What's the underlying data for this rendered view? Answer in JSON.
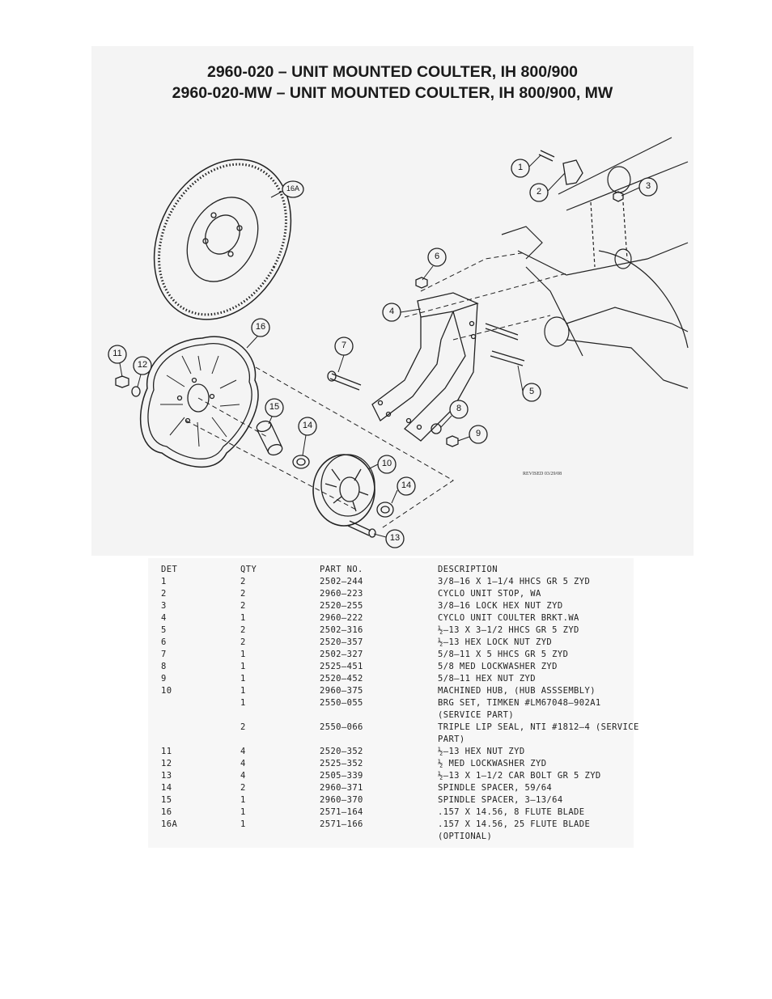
{
  "titles": {
    "line1": "2960-020 – UNIT MOUNTED COULTER, IH 800/900",
    "line2": "2960-020-MW – UNIT MOUNTED COULTER, IH 800/900, MW"
  },
  "callouts": {
    "c1": "1",
    "c2": "2",
    "c3": "3",
    "c4": "4",
    "c5": "5",
    "c6": "6",
    "c7": "7",
    "c8": "8",
    "c9": "9",
    "c10": "10",
    "c11": "11",
    "c12": "12",
    "c13": "13",
    "c14a": "14",
    "c14b": "14",
    "c15": "15",
    "c16": "16",
    "c16a": "16A"
  },
  "revised": "REVISED 03/29/08",
  "table": {
    "headers": {
      "det": "DET",
      "qty": "QTY",
      "part": "PART NO.",
      "desc": "DESCRIPTION"
    },
    "rows": [
      {
        "det": "1",
        "qty": "2",
        "part": "2502–244",
        "desc": "3/8–16 X 1–1/4 HHCS GR 5 ZYD"
      },
      {
        "det": "2",
        "qty": "2",
        "part": "2960–223",
        "desc": "CYCLO UNIT STOP, WA"
      },
      {
        "det": "3",
        "qty": "2",
        "part": "2520–255",
        "desc": "3/8–16 LOCK HEX NUT ZYD"
      },
      {
        "det": "4",
        "qty": "1",
        "part": "2960–222",
        "desc": "CYCLO UNIT COULTER BRKT.WA"
      },
      {
        "det": "5",
        "qty": "2",
        "part": "2502–316",
        "desc": "½–13 X 3–1/2 HHCS GR 5 ZYD"
      },
      {
        "det": "6",
        "qty": "2",
        "part": "2520–357",
        "desc": "½–13 HEX LOCK NUT ZYD"
      },
      {
        "det": "7",
        "qty": "1",
        "part": "2502–327",
        "desc": "5/8–11 X 5 HHCS GR 5 ZYD"
      },
      {
        "det": "8",
        "qty": "1",
        "part": "2525–451",
        "desc": "5/8 MED LOCKWASHER ZYD"
      },
      {
        "det": "9",
        "qty": "1",
        "part": "2520–452",
        "desc": "5/8–11 HEX NUT ZYD"
      },
      {
        "det": "10",
        "qty": "1",
        "part": "2960–375",
        "desc": "MACHINED HUB, (HUB ASSSEMBLY)"
      },
      {
        "det": "",
        "qty": "1",
        "part": "2550–055",
        "desc": "BRG SET, TIMKEN #LM67048–902A1 (SERVICE PART)"
      },
      {
        "det": "",
        "qty": "2",
        "part": "2550–066",
        "desc": "TRIPLE LIP SEAL, NTI #1812–4 (SERVICE PART)"
      },
      {
        "det": "11",
        "qty": "4",
        "part": "2520–352",
        "desc": "½–13 HEX NUT ZYD"
      },
      {
        "det": "12",
        "qty": "4",
        "part": "2525–352",
        "desc": "½ MED LOCKWASHER ZYD"
      },
      {
        "det": "13",
        "qty": "4",
        "part": "2505–339",
        "desc": "½–13 X 1–1/2 CAR BOLT GR 5 ZYD"
      },
      {
        "det": "14",
        "qty": "2",
        "part": "2960–371",
        "desc": "SPINDLE SPACER, 59/64"
      },
      {
        "det": "15",
        "qty": "1",
        "part": "2960–370",
        "desc": "SPINDLE SPACER, 3–13/64"
      },
      {
        "det": "16",
        "qty": "1",
        "part": "2571–164",
        "desc": ".157 X 14.56, 8 FLUTE BLADE"
      },
      {
        "det": "16A",
        "qty": "1",
        "part": "2571–166",
        "desc": ".157 X 14.56, 25 FLUTE BLADE (OPTIONAL)"
      }
    ]
  }
}
